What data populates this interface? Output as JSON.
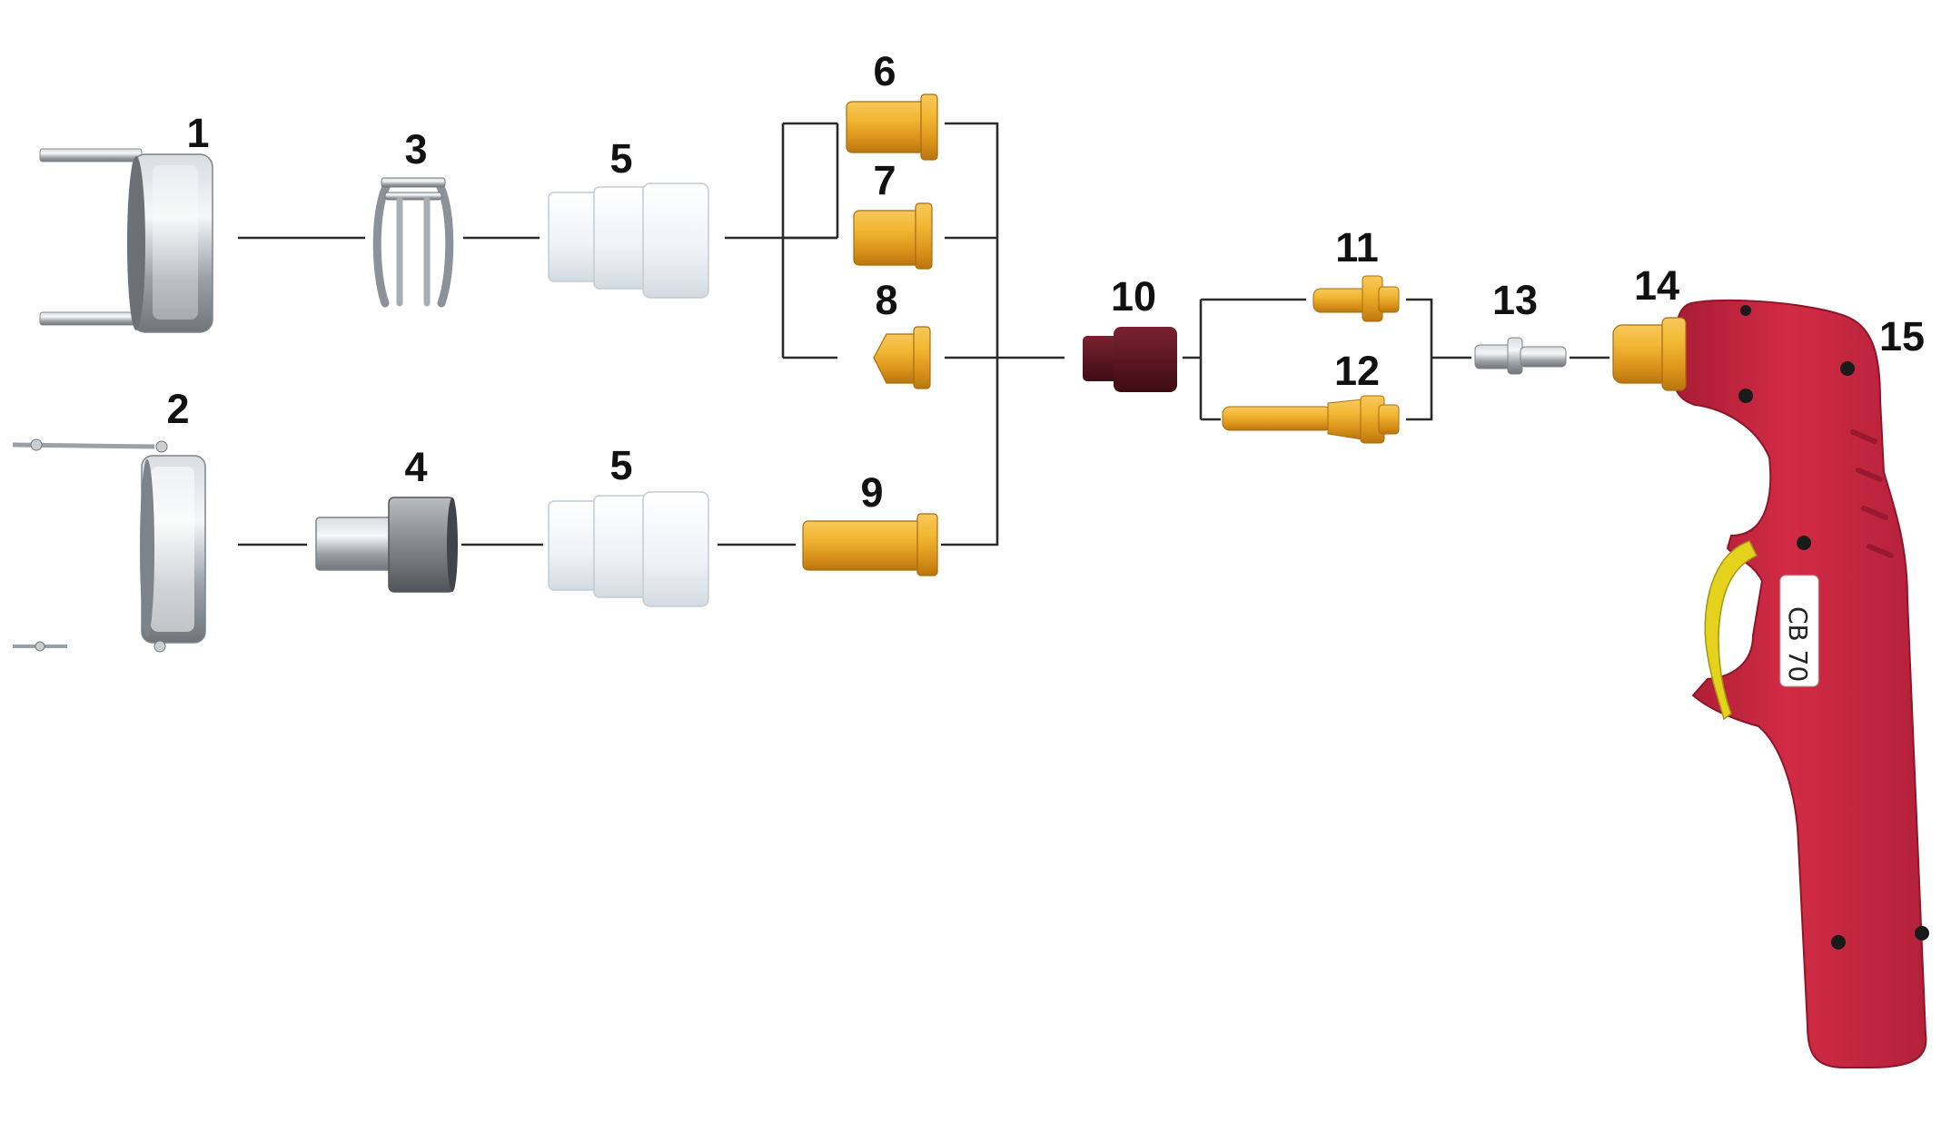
{
  "diagram": {
    "labels": {
      "p1": "1",
      "p2": "2",
      "p3": "3",
      "p4": "4",
      "p5a": "5",
      "p5b": "5",
      "p6": "6",
      "p7": "7",
      "p8": "8",
      "p9": "9",
      "p10": "10",
      "p11": "11",
      "p12": "12",
      "p13": "13",
      "p14": "14",
      "p15": "15"
    },
    "torch_label": "CB 70"
  },
  "colors": {
    "brass": "#e3a21a",
    "ceramic": "#f1f4f7",
    "steel": "#9da3a9",
    "torch_red": "#c8263f",
    "insulator": "#5a1520",
    "trigger": "#e4d21d"
  }
}
